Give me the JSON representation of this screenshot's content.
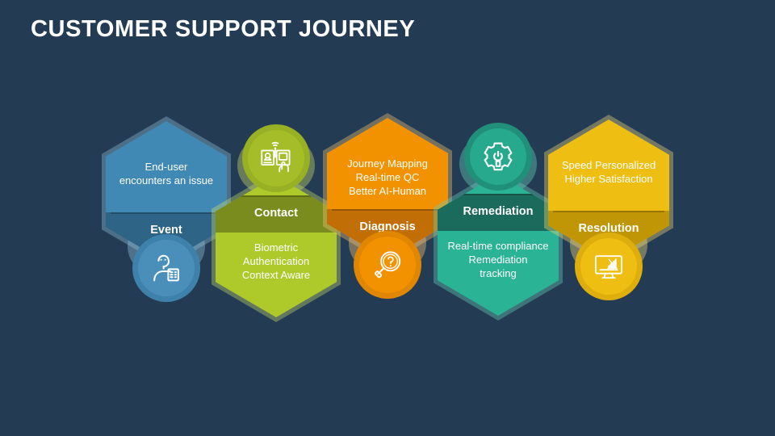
{
  "slide": {
    "title": "CUSTOMER SUPPORT JOURNEY",
    "background_color": "#243c53",
    "title_color": "#ffffff"
  },
  "stages": [
    {
      "label": "Event",
      "body_text": "End-user\nencounters an issue",
      "icon_name": "headset-agent-icon",
      "orientation": "text-top",
      "colors": {
        "hex": "#4189b5",
        "band": "#2e6485",
        "circle_outer": "#3e82ac",
        "circle_inner": "#4a8fba",
        "halo": "#8fc0dd"
      }
    },
    {
      "label": "Contact",
      "body_text": "Biometric\nAuthentication\nContext Aware",
      "icon_name": "biometric-authentication-icon",
      "orientation": "icon-top",
      "colors": {
        "hex": "#aec92a",
        "band": "#7a8c1e",
        "circle_outer": "#97b024",
        "circle_inner": "#a4bd28",
        "halo": "#cbdd6e"
      }
    },
    {
      "label": "Diagnosis",
      "body_text": "Journey Mapping\nReal-time QC\nBetter AI-Human",
      "icon_name": "magnifier-question-icon",
      "orientation": "text-top",
      "colors": {
        "hex": "#f39200",
        "band": "#c06e05",
        "circle_outer": "#e08600",
        "circle_inner": "#f39200",
        "halo": "#f8c477"
      }
    },
    {
      "label": "Remediation",
      "body_text": "Real-time compliance\nRemediation\ntracking",
      "icon_name": "gear-wrench-icon",
      "orientation": "icon-top",
      "colors": {
        "hex": "#2bb396",
        "band": "#1b6b5c",
        "circle_outer": "#21907a",
        "circle_inner": "#27a98e",
        "halo": "#66d3bb"
      }
    },
    {
      "label": "Resolution",
      "body_text": "Speed Personalized\nHigher Satisfaction",
      "icon_name": "monitor-chart-icon",
      "orientation": "text-top",
      "colors": {
        "hex": "#eebe13",
        "band": "#c09607",
        "circle_outer": "#ddae0c",
        "circle_inner": "#eebe13",
        "halo": "#f5da7c"
      }
    }
  ]
}
